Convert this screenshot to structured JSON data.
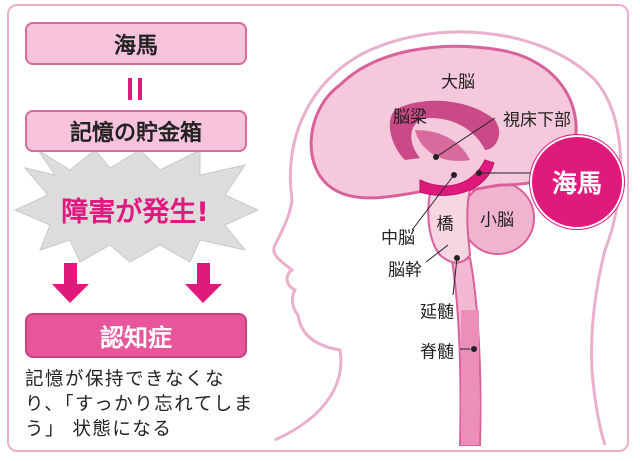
{
  "left_panel": {
    "box_hippocampus": "海馬",
    "equals": "=",
    "box_memory_bank": "記憶の貯金箱",
    "alert": "障害が発生!",
    "box_dementia": "認知症",
    "note_lines": [
      "記憶が保持できなくな",
      "り、「すっかり忘れてしま",
      "う」 状態になる"
    ]
  },
  "brain_labels": {
    "cerebrum": "大脳",
    "corpus_callosum": "脳梁",
    "hypothalamus": "視床下部",
    "hippocampus": "海馬",
    "cerebellum": "小脳",
    "pons": "橋",
    "midbrain": "中脳",
    "brainstem": "脳幹",
    "medulla": "延髄",
    "spinal_cord": "脊髄"
  },
  "colors": {
    "accent": "#e0197d",
    "light_pink": "#f6c3da",
    "mid_pink": "#e8559a",
    "outline": "#eab0cb"
  }
}
